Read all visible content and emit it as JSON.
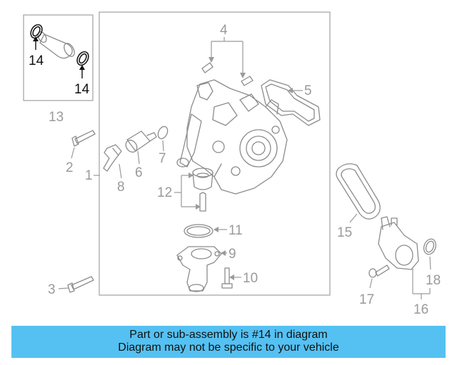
{
  "callouts": {
    "c1": "1",
    "c2": "2",
    "c3": "3",
    "c4": "4",
    "c5": "5",
    "c6": "6",
    "c7": "7",
    "c8": "8",
    "c9": "9",
    "c10": "10",
    "c11": "11",
    "c12": "12",
    "c13": "13",
    "c14a": "14",
    "c14b": "14",
    "c15": "15",
    "c16": "16",
    "c17": "17",
    "c18": "18"
  },
  "highlight_color": "#55c1f2",
  "banner": {
    "line1": "Part or sub-assembly is #14 in diagram",
    "line2": "Diagram may not be specific to your vehicle"
  }
}
